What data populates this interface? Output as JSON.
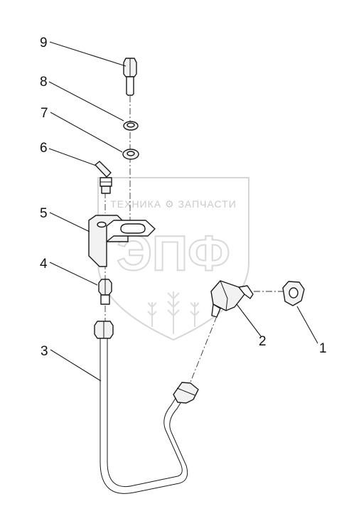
{
  "callouts": [
    {
      "id": "1",
      "label": "1"
    },
    {
      "id": "2",
      "label": "2"
    },
    {
      "id": "3",
      "label": "3"
    },
    {
      "id": "4",
      "label": "4"
    },
    {
      "id": "5",
      "label": "5"
    },
    {
      "id": "6",
      "label": "6"
    },
    {
      "id": "7",
      "label": "7"
    },
    {
      "id": "8",
      "label": "8"
    },
    {
      "id": "9",
      "label": "9"
    }
  ],
  "watermark": {
    "brand_text": "ТЕХНИКА ⚙ ЗАПЧАСТИ",
    "logo_text": "ЭПФ"
  }
}
